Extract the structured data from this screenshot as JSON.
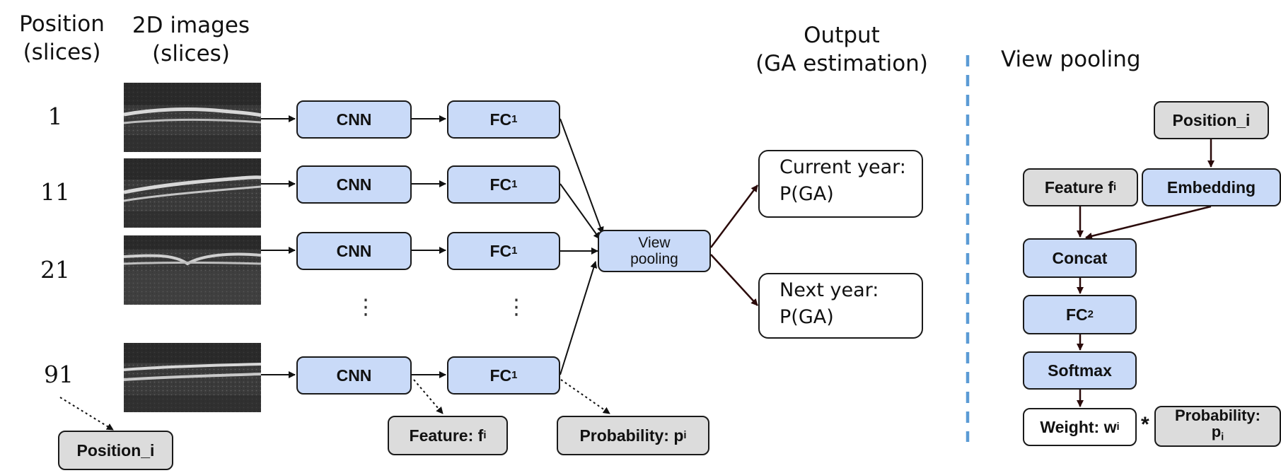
{
  "headers": {
    "position_line1": "Position",
    "position_line2": "(slices)",
    "images_line1": "2D images",
    "images_line2": "(slices)",
    "output_line1": "Output",
    "output_line2": "(GA estimation)",
    "view_pooling_panel": "View pooling"
  },
  "slices": [
    {
      "index": "1"
    },
    {
      "index": "11"
    },
    {
      "index": "21"
    },
    {
      "index": "91"
    }
  ],
  "blocks": {
    "cnn": "CNN",
    "fc_prefix": "FC",
    "fc1_sub": "1",
    "view_pooling_line1": "View",
    "view_pooling_line2": "pooling",
    "vertical_ellipsis": "⋮"
  },
  "outputs": {
    "current_line1": "Current year:",
    "current_line2": "P(GA)",
    "next_line1": "Next year:",
    "next_line2": "P(GA)"
  },
  "annotations": {
    "position": "Position_i",
    "feature_prefix": "Feature: f",
    "feature_sub": "i",
    "probability_prefix": "Probability: p",
    "probability_sub": "i"
  },
  "view_pooling_detail": {
    "position": "Position_i",
    "feature_prefix": "Feature f",
    "feature_sub": "i",
    "embedding": "Embedding",
    "concat": "Concat",
    "fc_prefix": "FC",
    "fc2_sub": "2",
    "softmax": "Softmax",
    "weight_prefix": "Weight: w",
    "weight_sub": "i",
    "multiply": "*",
    "probability_line1": "Probability:",
    "probability_prefix": "p",
    "probability_sub": "i"
  },
  "colors": {
    "block_blue": "#c9daf8",
    "block_grey": "#dcdcdc",
    "divider_blue": "#5b9bd5",
    "arrow_dark": "#2a0a0a"
  }
}
